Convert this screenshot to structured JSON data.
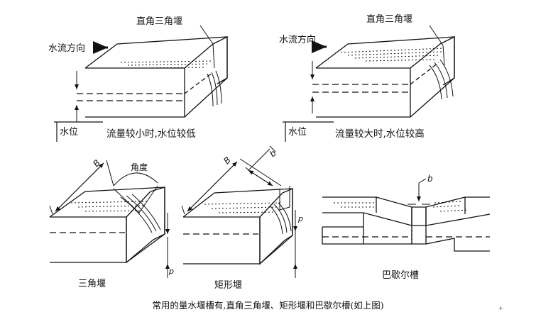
{
  "panels": {
    "top_left": {
      "weir_label": "直角三角堰",
      "flow_label": "水流方向",
      "level_label": "水位",
      "condition": "流量较小时,水位较低"
    },
    "top_right": {
      "weir_label": "直角三角堰",
      "flow_label": "水流方向",
      "level_label": "水位",
      "condition": "流量较大时,水位较高"
    },
    "bottom_left": {
      "width_label": "B",
      "angle_label": "角度",
      "height_label": "p",
      "name": "三角堰"
    },
    "bottom_middle": {
      "width_label": "B",
      "notch_label": "b",
      "height_label": "p",
      "name": "矩形堰"
    },
    "bottom_right": {
      "throat_label": "b",
      "name": "巴歇尔槽"
    }
  },
  "caption": "常用的量水堰槽有,直角三角堰、矩形堰和巴歇尔槽(如上图)",
  "corner_mark": "+"
}
